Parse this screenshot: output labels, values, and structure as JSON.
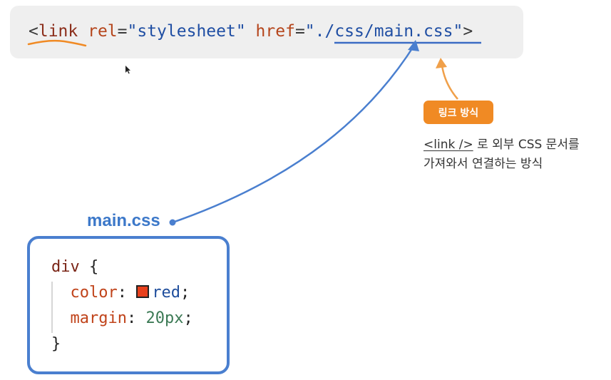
{
  "code_snippet": {
    "open": "<",
    "tag": "link",
    "attr_rel": "rel",
    "eq": "=",
    "rel_value": "\"stylesheet\"",
    "attr_href": "href",
    "href_value": "\"./css/main.css\"",
    "close": ">"
  },
  "badge": {
    "label": "링크 방식"
  },
  "description": {
    "code": "<link />",
    "line1_rest": " 로 외부 CSS 문서를",
    "line2": "가져와서 연결하는 방식"
  },
  "file_label": "main.css",
  "css_code": {
    "selector": "div",
    "open_brace": "{",
    "prop1": "color",
    "colon": ":",
    "val1": "red",
    "semicolon": ";",
    "prop2": "margin",
    "val2": "20px",
    "close_brace": "}"
  },
  "colors": {
    "accent_blue": "#4a7fcf",
    "accent_orange": "#f08a24",
    "swatch_red": "#e8401c"
  }
}
